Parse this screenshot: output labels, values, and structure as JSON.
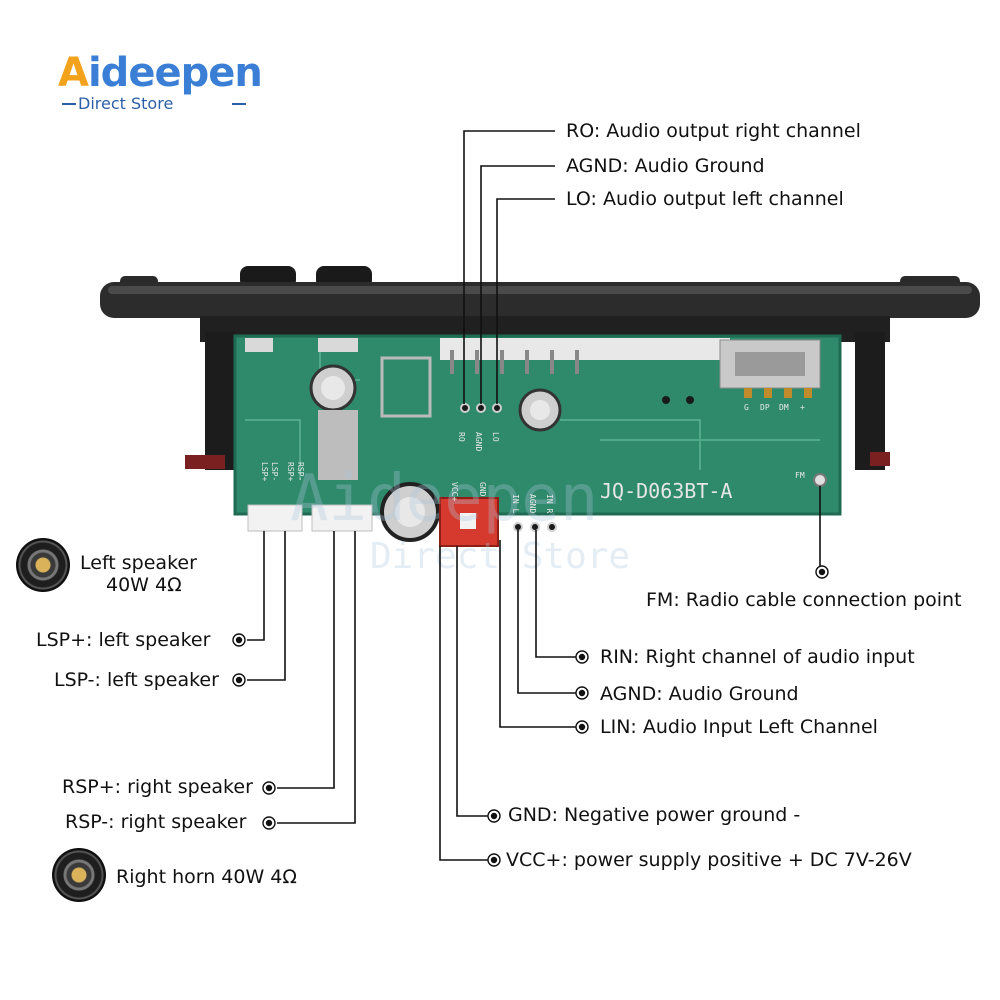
{
  "logo": {
    "brand": "Aideepen",
    "sub": "Direct Store"
  },
  "board": {
    "model": "JQ-D063BT-A",
    "pin_labels": [
      "RO",
      "AGND",
      "LO",
      "G",
      "DP",
      "DM",
      "+",
      "VCC+",
      "GND",
      "IN L",
      "AGND",
      "IN R",
      "LSP+",
      "LSP-",
      "RSP+",
      "RSP-",
      "FM"
    ]
  },
  "labels": {
    "ro": "RO: Audio output right channel",
    "agnd_top": "AGND: Audio Ground",
    "lo": "LO: Audio output left channel",
    "fm": "FM: Radio cable connection point",
    "rin": "RIN: Right channel of audio input",
    "agnd_mid": "AGND: Audio Ground",
    "lin": "LIN: Audio Input Left Channel",
    "gnd": "GND: Negative power ground -",
    "vcc": "VCC+: power supply positive + DC 7V-26V",
    "left_speaker_line1": "Left speaker",
    "left_speaker_line2": "40W 4Ω",
    "lsp_plus": "LSP+: left speaker",
    "lsp_minus": "LSP-: left speaker",
    "rsp_plus": "RSP+: right speaker",
    "rsp_minus": "RSP-: right speaker",
    "right_horn": "Right horn 40W 4Ω"
  }
}
